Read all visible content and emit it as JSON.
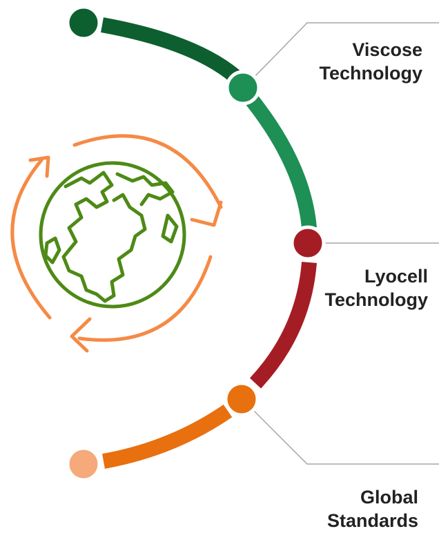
{
  "stages": [
    {
      "key": "viscose",
      "lines": [
        "Viscose",
        "Technology"
      ],
      "color": "#1e8f55"
    },
    {
      "key": "lyocell",
      "lines": [
        "Lyocell",
        "Technology"
      ],
      "color": "#a51d24"
    },
    {
      "key": "global",
      "lines": [
        "Global",
        "Standards"
      ],
      "color": "#e8700f"
    }
  ],
  "arc_colors": {
    "start_dot": "#0e5f2f",
    "top_segment": "#0e5f2f",
    "viscose_segment": "#1e8f55",
    "lyocell_segment": "#a51d24",
    "global_segment": "#e8700f",
    "end_dot": "#f6a97a"
  },
  "icons": {
    "globe": "globe-icon",
    "recycle_arrows": "recycle-arrows-icon",
    "globe_color": "#4d8a16",
    "arrows_color": "#f58a45"
  },
  "connector_color": "#a6a6a6"
}
